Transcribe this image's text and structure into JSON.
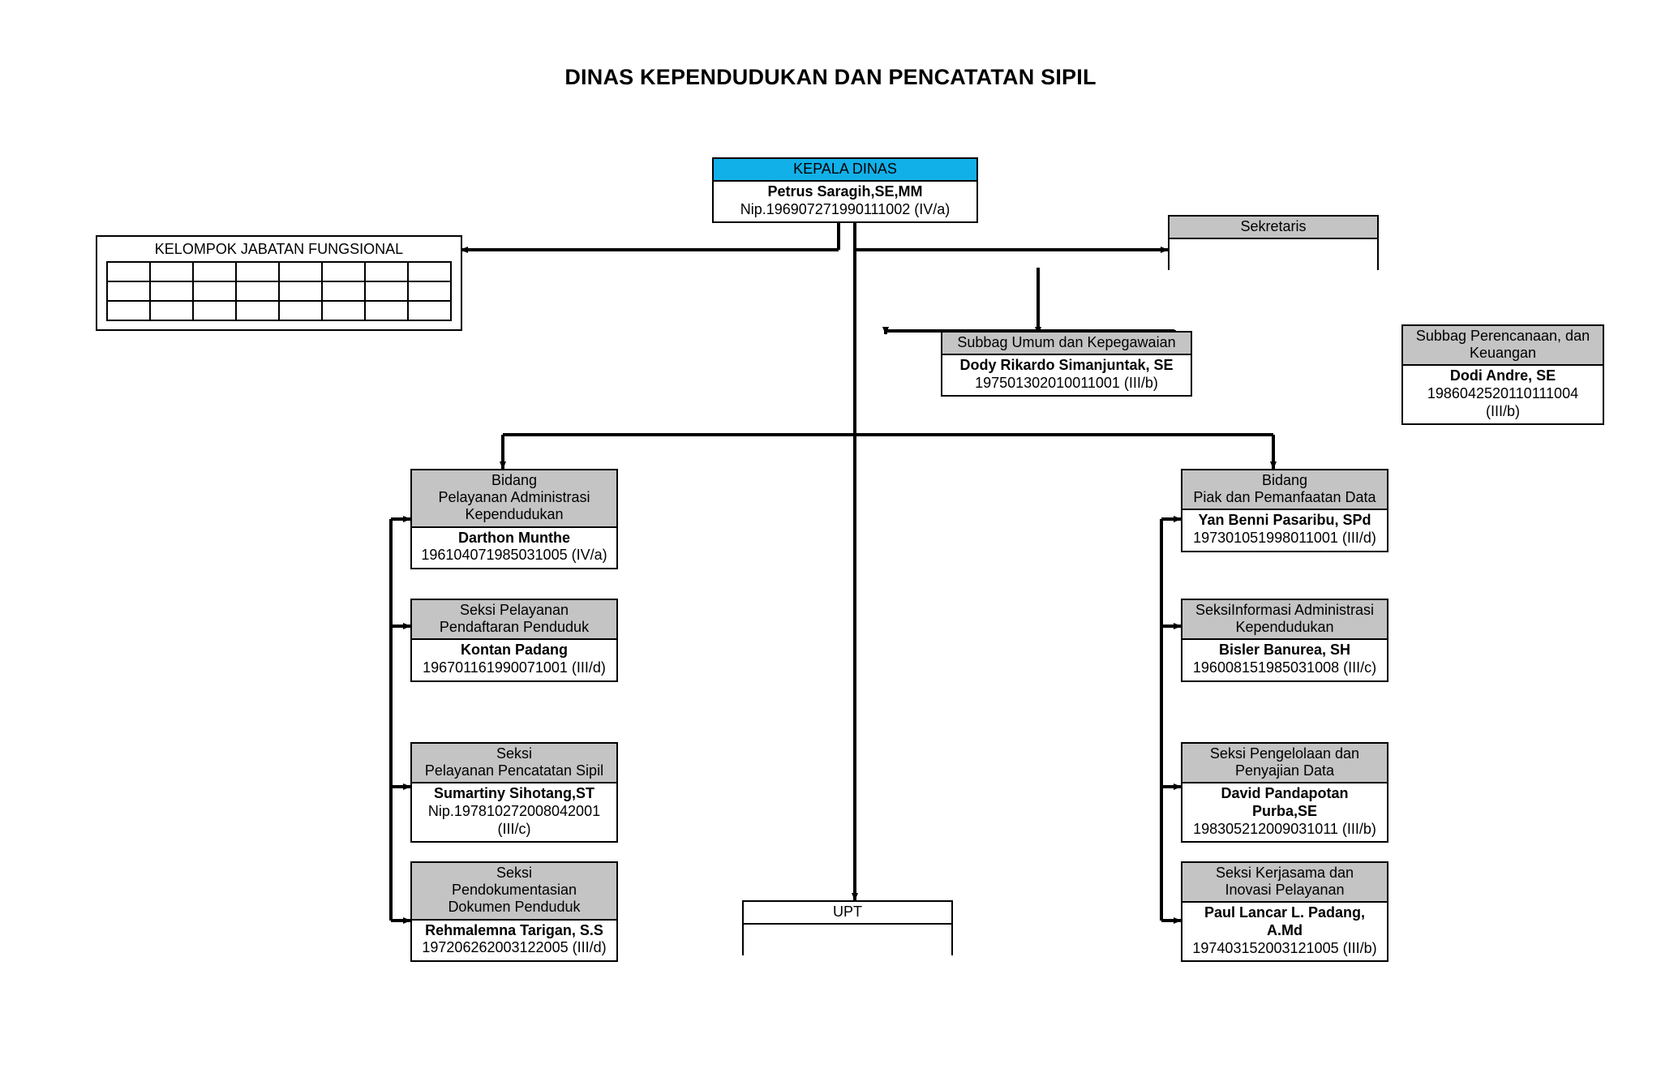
{
  "page": {
    "title": "DINAS KEPENDUDUKAN DAN PENCATATAN SIPIL",
    "colors": {
      "header_accent": "#12b0e8",
      "header_gray": "#c4c4c4",
      "line": "#000000",
      "background": "#ffffff"
    }
  },
  "chart_data": {
    "type": "diagram",
    "diagram_type": "organizational-chart",
    "title": "DINAS KEPENDUDUKAN DAN PENCATATAN SIPIL",
    "nodes": [
      {
        "id": "kepala-dinas",
        "header": "KEPALA DINAS",
        "header_color": "#12b0e8",
        "name": "Petrus Saragih,SE,MM",
        "nip": "Nip.196907271990111002 (IV/a)",
        "level": 0
      },
      {
        "id": "kelompok-jabatan-fungsional",
        "header": "KELOMPOK JABATAN FUNGSIONAL",
        "header_color": "#ffffff",
        "name": "",
        "nip": "",
        "grid": {
          "rows": 3,
          "cols": 8
        },
        "level": 1
      },
      {
        "id": "sekretaris",
        "header": "Sekretaris",
        "header_color": "#c4c4c4",
        "name": "",
        "nip": "",
        "level": 1
      },
      {
        "id": "subbag-umum-dan-kepegawaian",
        "header": "Subbag Umum dan Kepegawaian",
        "header_color": "#c4c4c4",
        "name": "Dody Rikardo Simanjuntak, SE",
        "nip": "197501302010011001 (III/b)",
        "level": 2
      },
      {
        "id": "subbag-perencanaan-dan-keuangan",
        "header": "Subbag Perencanaan, dan Keuangan",
        "header_color": "#c4c4c4",
        "name": "Dodi Andre, SE",
        "nip": "1986042520110111004 (III/b)",
        "level": 2
      },
      {
        "id": "bidang-pelayanan-administrasi-kependudukan",
        "header": "Bidang Pelayanan Administrasi Kependudukan",
        "header_color": "#c4c4c4",
        "name": "Darthon Munthe",
        "nip": "196104071985031005 (IV/a)",
        "level": 1
      },
      {
        "id": "seksi-pelayanan-pendaftaran-penduduk",
        "header": "Seksi Pelayanan Pendaftaran Penduduk",
        "header_color": "#c4c4c4",
        "name": "Kontan Padang",
        "nip": "196701161990071001 (III/d)",
        "level": 2
      },
      {
        "id": "seksi-pelayanan-pencatatan-sipil",
        "header": "Seksi Pelayanan Pencatatan Sipil",
        "header_color": "#c4c4c4",
        "name": "Sumartiny Sihotang,ST",
        "nip": "Nip.197810272008042001 (III/c)",
        "level": 2
      },
      {
        "id": "seksi-pendokumentasian-dokumen-penduduk",
        "header": "Seksi Pendokumentasian Dokumen Penduduk",
        "header_color": "#c4c4c4",
        "name": "Rehmalemna Tarigan, S.S",
        "nip": "197206262003122005 (III/d)",
        "level": 2
      },
      {
        "id": "bidang-piak-dan-pemanfaatan-data",
        "header": "Bidang Piak dan Pemanfaatan Data",
        "header_color": "#c4c4c4",
        "name": "Yan Benni Pasaribu, SPd",
        "nip": "197301051998011001 (III/d)",
        "level": 1
      },
      {
        "id": "seksi-informasi-administrasi-kependudukan",
        "header": "SeksiInformasi Administrasi Kependudukan",
        "header_color": "#c4c4c4",
        "name": "Bisler Banurea, SH",
        "nip": "196008151985031008 (III/c)",
        "level": 2
      },
      {
        "id": "seksi-pengelolaan-dan-penyajian-data",
        "header": "Seksi Pengelolaan dan Penyajian Data",
        "header_color": "#c4c4c4",
        "name": "David Pandapotan Purba,SE",
        "nip": "198305212009031011 (III/b)",
        "level": 2
      },
      {
        "id": "seksi-kerjasama-dan-inovasi-pelayanan",
        "header": "Seksi Kerjasama dan Inovasi Pelayanan",
        "header_color": "#c4c4c4",
        "name": "Paul Lancar L. Padang, A.Md",
        "nip": "197403152003121005 (III/b)",
        "level": 2
      },
      {
        "id": "upt",
        "header": "UPT",
        "header_color": "#ffffff",
        "name": "",
        "nip": "",
        "level": 1
      }
    ],
    "edges": [
      {
        "from": "kepala-dinas",
        "to": "kelompok-jabatan-fungsional"
      },
      {
        "from": "kepala-dinas",
        "to": "sekretaris"
      },
      {
        "from": "kepala-dinas",
        "to": "upt"
      },
      {
        "from": "sekretaris",
        "to": "subbag-umum-dan-kepegawaian"
      },
      {
        "from": "sekretaris",
        "to": "subbag-perencanaan-dan-keuangan"
      },
      {
        "from": "kepala-dinas",
        "to": "bidang-pelayanan-administrasi-kependudukan"
      },
      {
        "from": "kepala-dinas",
        "to": "bidang-piak-dan-pemanfaatan-data"
      },
      {
        "from": "bidang-pelayanan-administrasi-kependudukan",
        "to": "seksi-pelayanan-pendaftaran-penduduk"
      },
      {
        "from": "bidang-pelayanan-administrasi-kependudukan",
        "to": "seksi-pelayanan-pencatatan-sipil"
      },
      {
        "from": "bidang-pelayanan-administrasi-kependudukan",
        "to": "seksi-pendokumentasian-dokumen-penduduk"
      },
      {
        "from": "bidang-piak-dan-pemanfaatan-data",
        "to": "seksi-informasi-administrasi-kependudukan"
      },
      {
        "from": "bidang-piak-dan-pemanfaatan-data",
        "to": "seksi-pengelolaan-dan-penyajian-data"
      },
      {
        "from": "bidang-piak-dan-pemanfaatan-data",
        "to": "seksi-kerjasama-dan-inovasi-pelayanan"
      }
    ]
  },
  "nodes": {
    "kepala_dinas": {
      "header": "KEPALA DINAS",
      "name": "Petrus Saragih,SE,MM",
      "nip": "Nip.196907271990111002 (IV/a)"
    },
    "kelompok_jabatan_fungsional": {
      "label": "KELOMPOK JABATAN FUNGSIONAL"
    },
    "sekretaris": {
      "header": "Sekretaris"
    },
    "subbag_umum": {
      "header": "Subbag Umum dan Kepegawaian",
      "name": "Dody Rikardo Simanjuntak, SE",
      "nip": "197501302010011001 (III/b)"
    },
    "subbag_perencanaan": {
      "header_line1": "Subbag Perencanaan, dan",
      "header_line2": "Keuangan",
      "name": "Dodi Andre, SE",
      "nip_line1": "1986042520110111004",
      "nip_line2": "(III/b)"
    },
    "bidang_pelayanan": {
      "header_line1": "Bidang",
      "header_line2": "Pelayanan Administrasi",
      "header_line3": "Kependudukan",
      "name": "Darthon Munthe",
      "nip": "196104071985031005 (IV/a)"
    },
    "seksi_pendaftaran": {
      "header_line1": "Seksi Pelayanan",
      "header_line2": "Pendaftaran Penduduk",
      "name": "Kontan Padang",
      "nip": "196701161990071001 (III/d)"
    },
    "seksi_pencatatan": {
      "header_line1": "Seksi",
      "header_line2": "Pelayanan Pencatatan Sipil",
      "name": "Sumartiny Sihotang,ST",
      "nip_line1": "Nip.197810272008042001",
      "nip_line2": "(III/c)"
    },
    "seksi_pendokumentasian": {
      "header_line1": "Seksi",
      "header_line2": "Pendokumentasian",
      "header_line3": "Dokumen Penduduk",
      "name": "Rehmalemna Tarigan, S.S",
      "nip": "197206262003122005 (III/d)"
    },
    "bidang_piak": {
      "header_line1": "Bidang",
      "header_line2": "Piak dan Pemanfaatan Data",
      "name": "Yan Benni Pasaribu, SPd",
      "nip": "197301051998011001 (III/d)"
    },
    "seksi_informasi": {
      "header_line1": "SeksiInformasi Administrasi",
      "header_line2": "Kependudukan",
      "name": "Bisler Banurea, SH",
      "nip": "196008151985031008 (III/c)"
    },
    "seksi_pengelolaan": {
      "header_line1": "Seksi Pengelolaan dan",
      "header_line2": "Penyajian Data",
      "name_line1": "David Pandapotan",
      "name_line2": "Purba,SE",
      "nip": "198305212009031011 (III/b)"
    },
    "seksi_kerjasama": {
      "header_line1": "Seksi Kerjasama dan",
      "header_line2": "Inovasi Pelayanan",
      "name_line1": "Paul Lancar L. Padang,",
      "name_line2": "A.Md",
      "nip": "197403152003121005 (III/b)"
    },
    "upt": {
      "header": "UPT"
    }
  }
}
